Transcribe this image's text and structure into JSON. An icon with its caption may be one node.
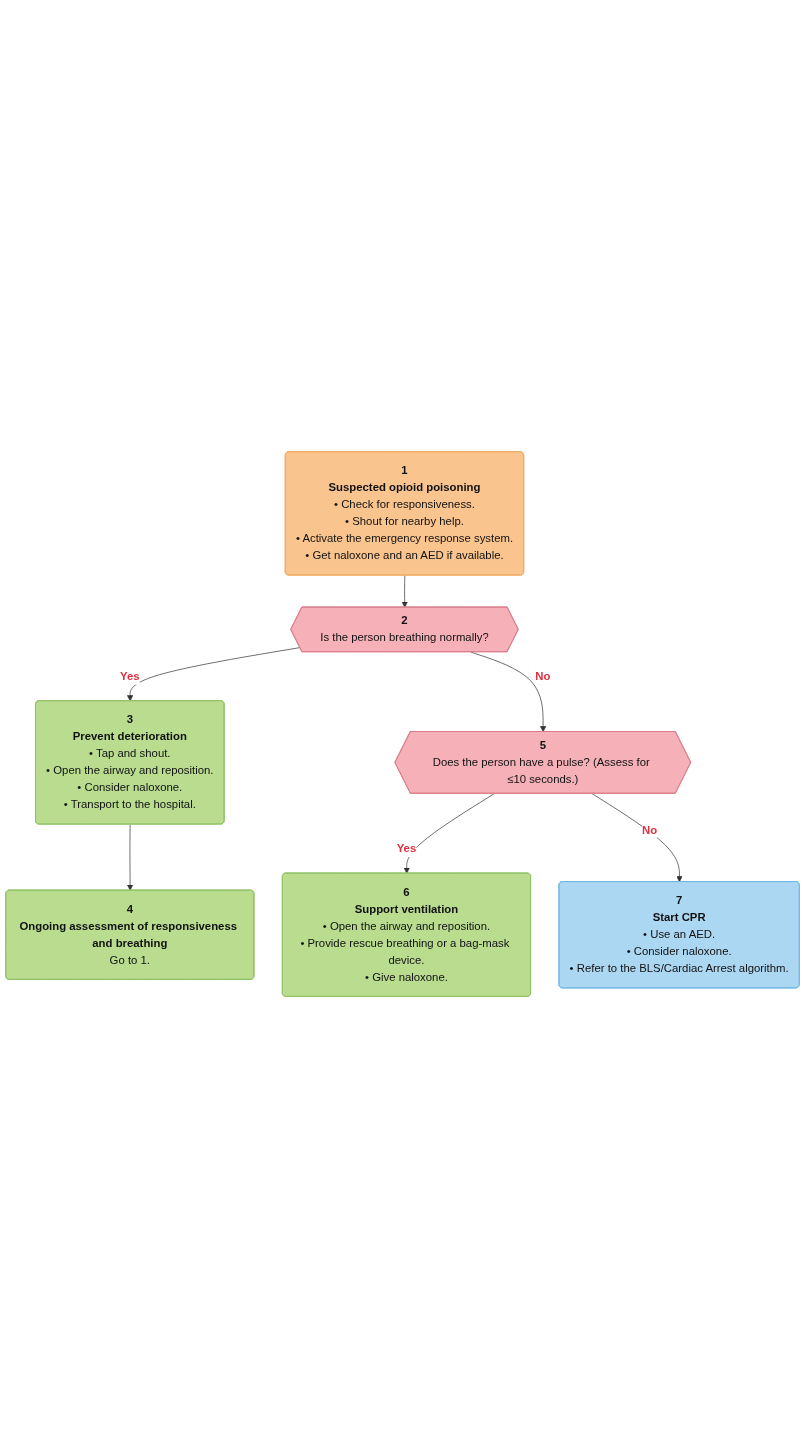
{
  "diagram": {
    "nodes": [
      {
        "text": [
          "1",
          "Suspected opioid poisoning",
          "• Check for responsiveness.",
          "• Shout for nearby help.",
          "• Activate the emergency response system.",
          "• Get naloxone and an AED if available."
        ]
      },
      {
        "text": [
          "2",
          "Is the person breathing normally?"
        ]
      },
      {
        "text": [
          "3",
          "Prevent deterioration",
          "• Tap and shout.",
          "• Open the airway and reposition.",
          "• Consider naloxone.",
          "• Transport to the hospital."
        ]
      },
      {
        "text": [
          "4",
          "Ongoing assessment of responsiveness and breathing",
          "Go to 1."
        ]
      },
      {
        "text": [
          "5",
          "Does the person have a pulse? (Assess for ≤10 seconds.)"
        ]
      },
      {
        "text": [
          "6",
          "Support ventilation",
          "• Open the airway and reposition.",
          "• Provide rescue breathing or a bag-mask device.",
          "• Give naloxone."
        ]
      },
      {
        "text": [
          "7",
          "Start CPR",
          "• Use an AED.",
          "• Consider naloxone.",
          "• Refer to the BLS/Cardiac Arrest algorithm."
        ]
      }
    ],
    "edges": [
      {
        "from": 0,
        "to": 1,
        "arrow": "to"
      },
      {
        "from": 1,
        "to": 2,
        "label": "Yes",
        "arrow": "to"
      },
      {
        "from": 2,
        "to": 3,
        "arrow": "to"
      },
      {
        "from": 1,
        "to": 4,
        "label": "No",
        "arrow": "to"
      },
      {
        "from": 4,
        "to": 5,
        "label": "Yes",
        "arrow": "to"
      },
      {
        "from": 4,
        "to": 6,
        "label": "No",
        "arrow": "to"
      }
    ]
  }
}
